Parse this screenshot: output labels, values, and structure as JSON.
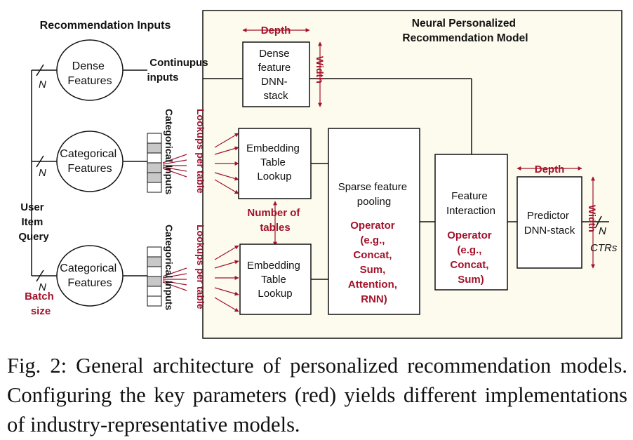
{
  "colors": {
    "accent": "#a3122b",
    "panel": "#fdfbee",
    "ink": "#111111",
    "cell_gray": "#c8c8c8"
  },
  "inputs": {
    "title": "Recommendation Inputs",
    "dense": [
      "Dense",
      "Features"
    ],
    "categorical": [
      "Categorical",
      "Features"
    ],
    "n": "N",
    "user_item_query": [
      "User",
      "Item",
      "Query"
    ],
    "batch_size": [
      "Batch",
      "size"
    ],
    "continuous": [
      "Continupus",
      "inputs"
    ],
    "categorical_inputs": "Categorical Inputs",
    "lookups_per_table": "Lookups per table",
    "number_of_tables": [
      "Number of",
      "tables"
    ]
  },
  "model": {
    "title": [
      "Neural Personalized",
      "Recommendation Model"
    ],
    "depth": "Depth",
    "width": "Width",
    "dense_stack": [
      "Dense",
      "feature",
      "DNN-",
      "stack"
    ],
    "embedding": [
      "Embedding",
      "Table",
      "Lookup"
    ],
    "pooling": [
      "Sparse feature",
      "pooling"
    ],
    "pooling_operator": [
      "Operator",
      "(e.g.,",
      "Concat,",
      "Sum,",
      "Attention,",
      "RNN)"
    ],
    "interaction": [
      "Feature",
      "Interaction"
    ],
    "interaction_operator": [
      "Operator",
      "(e.g.,",
      "Concat,",
      "Sum)"
    ],
    "predictor": [
      "Predictor",
      "DNN-stack"
    ],
    "output_n": "N",
    "ctrs": "CTRs"
  },
  "caption": "Fig. 2: General architecture of personalized recommendation models. Configuring the key parameters (red) yields different implementations of industry-representative models."
}
